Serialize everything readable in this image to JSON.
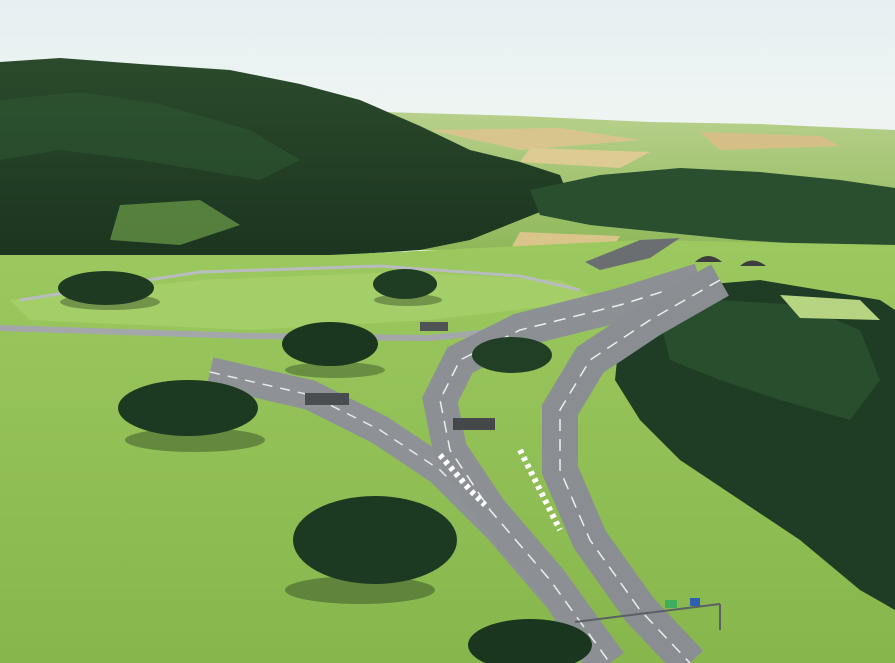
{
  "scene": {
    "kind": "3d-rendered-landscape",
    "subject": "highway-interchange-with-tunnel-portals",
    "colors": {
      "sky_top": "#e6f0f2",
      "sky_bottom": "#f3f6f3",
      "forest_dark": "#1d3a22",
      "forest_mid": "#2f5a33",
      "meadow": "#8fbf54",
      "meadow_light": "#a9cf6c",
      "field_tan": "#d9c48a",
      "road": "#8e9296",
      "road_edge": "#c9cccf",
      "shadow": "#3e5a2c"
    },
    "features": {
      "tree_clusters": 6,
      "overpasses": 3,
      "tunnel_portals": 2,
      "gantry_signs": 1
    }
  }
}
